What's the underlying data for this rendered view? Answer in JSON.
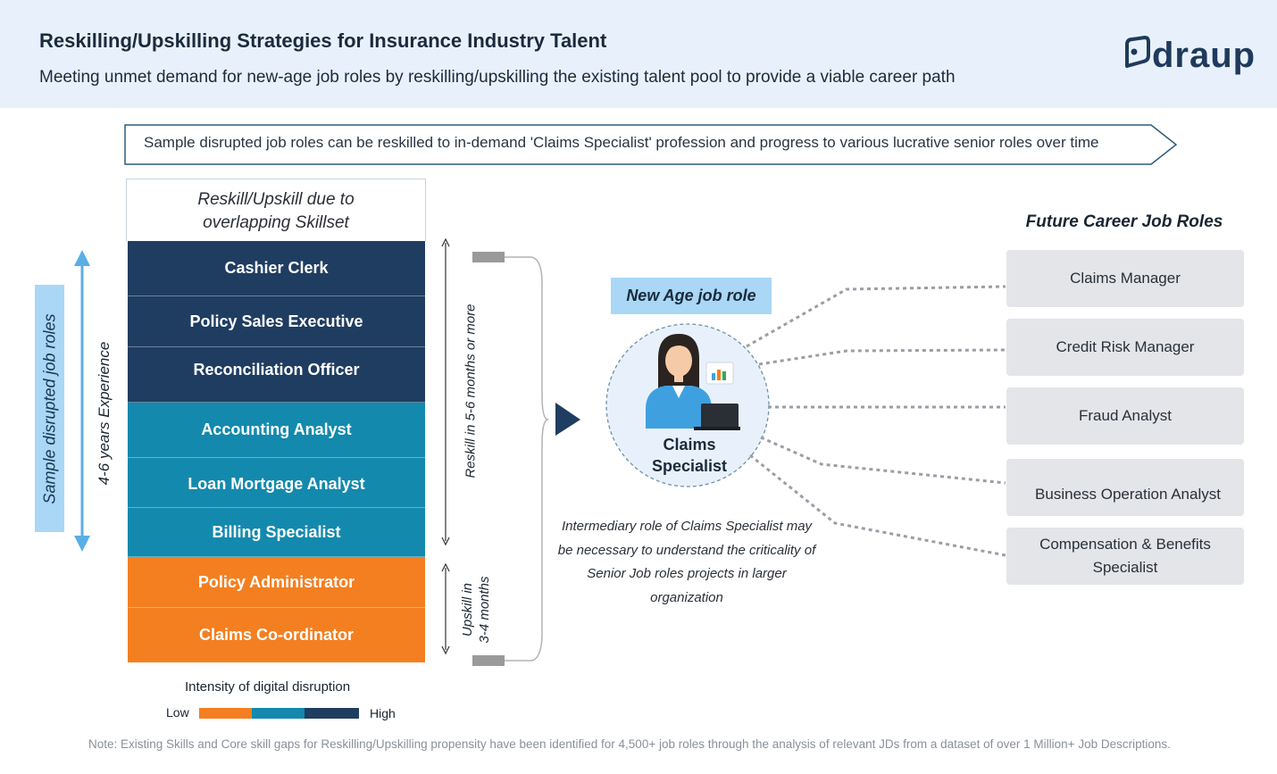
{
  "header": {
    "title": "Reskilling/Upskilling Strategies for Insurance Industry Talent",
    "subtitle": "Meeting unmet demand for new-age job roles by reskilling/upskilling the existing talent pool to provide a viable career path",
    "logo_text": "draup"
  },
  "banner": {
    "text": "Sample disrupted job roles can be reskilled to in-demand 'Claims Specialist' profession and progress to various lucrative senior roles over time"
  },
  "left": {
    "vertical_label": "Sample disrupted job roles",
    "experience_label": "4-6 years Experience",
    "table_header": [
      "Reskill/Upskill due to",
      "overlapping Skillset"
    ],
    "roles": [
      {
        "label": "Cashier Clerk",
        "intensity": "high"
      },
      {
        "label": "Policy Sales Executive",
        "intensity": "high"
      },
      {
        "label": "Reconciliation Officer",
        "intensity": "high"
      },
      {
        "label": "Accounting Analyst",
        "intensity": "medium"
      },
      {
        "label": "Loan Mortgage Analyst",
        "intensity": "medium"
      },
      {
        "label": "Billing Specialist",
        "intensity": "medium"
      },
      {
        "label": "Policy Administrator",
        "intensity": "low"
      },
      {
        "label": "Claims Co-ordinator",
        "intensity": "low"
      }
    ],
    "reskill_label": "Reskill in 5-6 months or more",
    "upskill_label": [
      "Upskill in",
      "3-4 months"
    ]
  },
  "center": {
    "new_age_label": "New Age job role",
    "role_label": [
      "Claims",
      "Specialist"
    ],
    "note": [
      "Intermediary role of Claims Specialist may",
      "be necessary to understand the criticality of",
      "Senior Job roles projects in larger",
      "organization"
    ]
  },
  "right": {
    "title": "Future Career Job Roles",
    "roles": [
      [
        "Claims Manager"
      ],
      [
        "Credit Risk Manager"
      ],
      [
        "Fraud Analyst"
      ],
      [
        "Business Operation Analyst"
      ],
      [
        "Compensation & Benefits",
        "Specialist"
      ]
    ]
  },
  "legend": {
    "title": "Intensity of digital disruption",
    "low": "Low",
    "high": "High"
  },
  "footnote": "Note: Existing Skills and Core skill gaps for Reskilling/Upskilling propensity have been identified for 4,500+ job roles through the analysis of relevant JDs from a dataset of over 1 Million+ Job Descriptions.",
  "colors": {
    "high": "#1f3d61",
    "medium": "#1389ad",
    "low": "#f47f20",
    "accent_light": "#a9d7f5"
  }
}
